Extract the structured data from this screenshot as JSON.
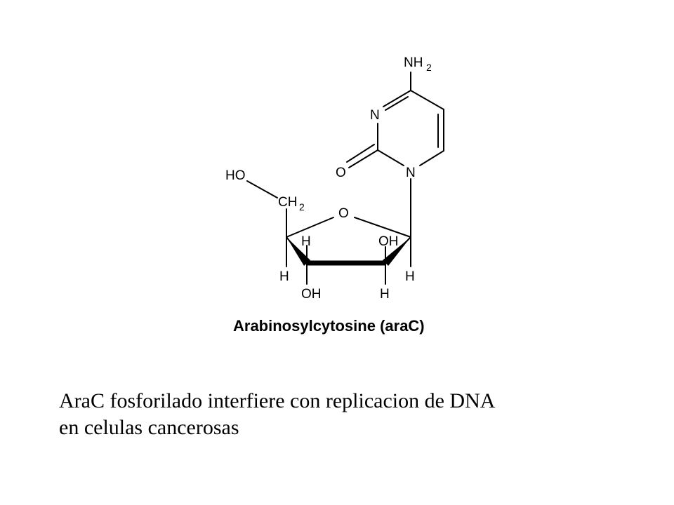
{
  "structure": {
    "caption": "Arabinosylcytosine (araC)",
    "atoms": {
      "nh2_n": "NH",
      "nh2_sub": "2",
      "ring_n_top": "N",
      "ring_n_bottom": "N",
      "carbonyl_o": "O",
      "ho": "HO",
      "ch2_c": "CH",
      "ch2_sub": "2",
      "ring_o": "O",
      "h_c4_up": "H",
      "oh_c2_up": "OH",
      "h_c4_down": "H",
      "oh_c3_down": "OH",
      "h_c2_down": "H",
      "h_c1_down": "H"
    }
  },
  "text": {
    "line1": "AraC fosforilado interfiere con replicacion de DNA",
    "line2": "en celulas cancerosas"
  }
}
